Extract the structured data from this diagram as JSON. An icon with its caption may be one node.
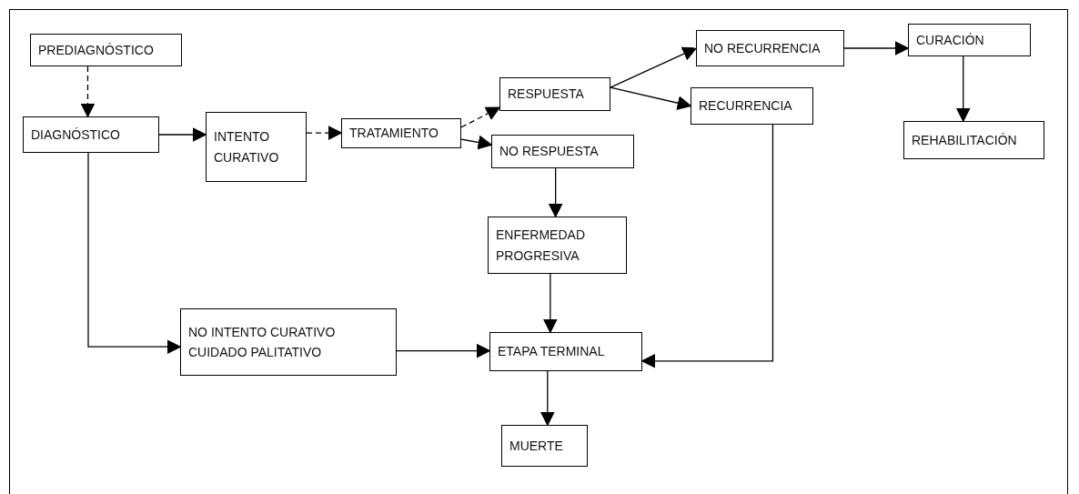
{
  "diagram": {
    "nodes": [
      {
        "text": [
          "PREDIAGNÓSTICO"
        ]
      },
      {
        "text": [
          "DIAGNÓSTICO"
        ]
      },
      {
        "text": [
          "INTENTO CURATIVO"
        ]
      },
      {
        "text": [
          "TRATAMIENTO"
        ]
      },
      {
        "text": [
          "RESPUESTA"
        ]
      },
      {
        "text": [
          "NO RESPUESTA"
        ]
      },
      {
        "text": [
          "NO RECURRENCIA"
        ]
      },
      {
        "text": [
          "RECURRENCIA"
        ]
      },
      {
        "text": [
          "CURACIÓN"
        ]
      },
      {
        "text": [
          "REHABILITACIÓN"
        ]
      },
      {
        "text": [
          "ENFERMEDAD PROGRESIVA"
        ]
      },
      {
        "text": [
          "NO INTENTO CURATIVO",
          "CUIDADO PALITATIVO"
        ]
      },
      {
        "text": [
          "ETAPA TERMINAL"
        ]
      },
      {
        "text": [
          "MUERTE"
        ]
      }
    ],
    "edges": [
      {
        "from": 0,
        "to": 1,
        "arrow": "to",
        "style": "dashed"
      },
      {
        "from": 1,
        "to": 2,
        "arrow": "to"
      },
      {
        "from": 2,
        "to": 3,
        "arrow": "to",
        "style": "dashed"
      },
      {
        "from": 3,
        "to": 4,
        "arrow": "to",
        "style": "dashed"
      },
      {
        "from": 3,
        "to": 5,
        "arrow": "to"
      },
      {
        "from": 4,
        "to": 6,
        "arrow": "to"
      },
      {
        "from": 4,
        "to": 7,
        "arrow": "to"
      },
      {
        "from": 6,
        "to": 8,
        "arrow": "to"
      },
      {
        "from": 8,
        "to": 9,
        "arrow": "to"
      },
      {
        "from": 5,
        "to": 10,
        "arrow": "to"
      },
      {
        "from": 10,
        "to": 12,
        "arrow": "to"
      },
      {
        "from": 1,
        "to": 11,
        "arrow": "to"
      },
      {
        "from": 11,
        "to": 12,
        "arrow": "to"
      },
      {
        "from": 7,
        "to": 12,
        "arrow": "to"
      },
      {
        "from": 12,
        "to": 13,
        "arrow": "to"
      }
    ]
  }
}
